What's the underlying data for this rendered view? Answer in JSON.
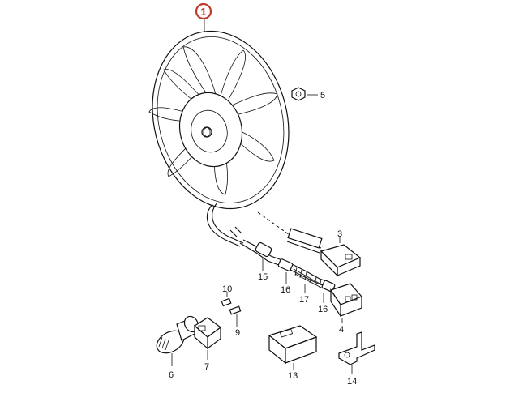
{
  "diagram": {
    "callout": "1",
    "labels": [
      "3",
      "4",
      "5",
      "6",
      "7",
      "9",
      "10",
      "13",
      "14",
      "15",
      "16",
      "16",
      "17"
    ],
    "highlight_color": "#c0392b"
  }
}
